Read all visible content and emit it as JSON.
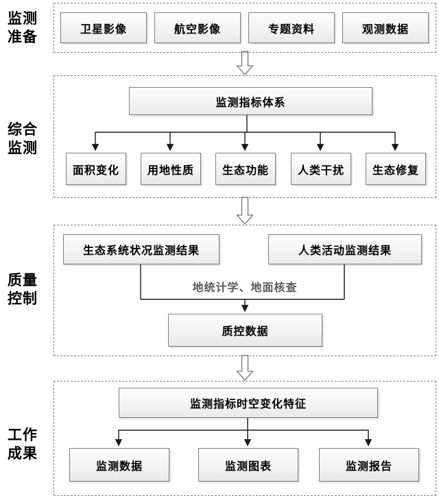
{
  "diagram": {
    "title_implicit": "",
    "colors": {
      "dashed_border": "#808080",
      "node_border": "#7f7f7f",
      "node_fill_top": "#fdfdfd",
      "node_fill_bottom": "#eaeaea",
      "connector": "#1a1a1a",
      "block_arrow_stroke": "#737373",
      "method_text": "#595959",
      "text": "#000000"
    },
    "stages": [
      {
        "label": "监测准备",
        "label_lines": "监测\n准备",
        "boxes": [
          "卫星影像",
          "航空影像",
          "专题资料",
          "观测数据"
        ]
      },
      {
        "label": "综合监测",
        "label_lines": "综合\n监测",
        "parent": "监测指标体系",
        "children": [
          "面积变化",
          "用地性质",
          "生态功能",
          "人类干扰",
          "生态修复"
        ]
      },
      {
        "label": "质量控制",
        "label_lines": "质量\n控制",
        "inputs": [
          "生态系统状况监测结果",
          "人类活动监测结果"
        ],
        "method": "地统计学、地面核查",
        "output": "质控数据"
      },
      {
        "label": "工作成果",
        "label_lines": "工作\n成果",
        "parent": "监测指标时空变化特征",
        "children": [
          "监测数据",
          "监测图表",
          "监测报告"
        ]
      }
    ]
  }
}
